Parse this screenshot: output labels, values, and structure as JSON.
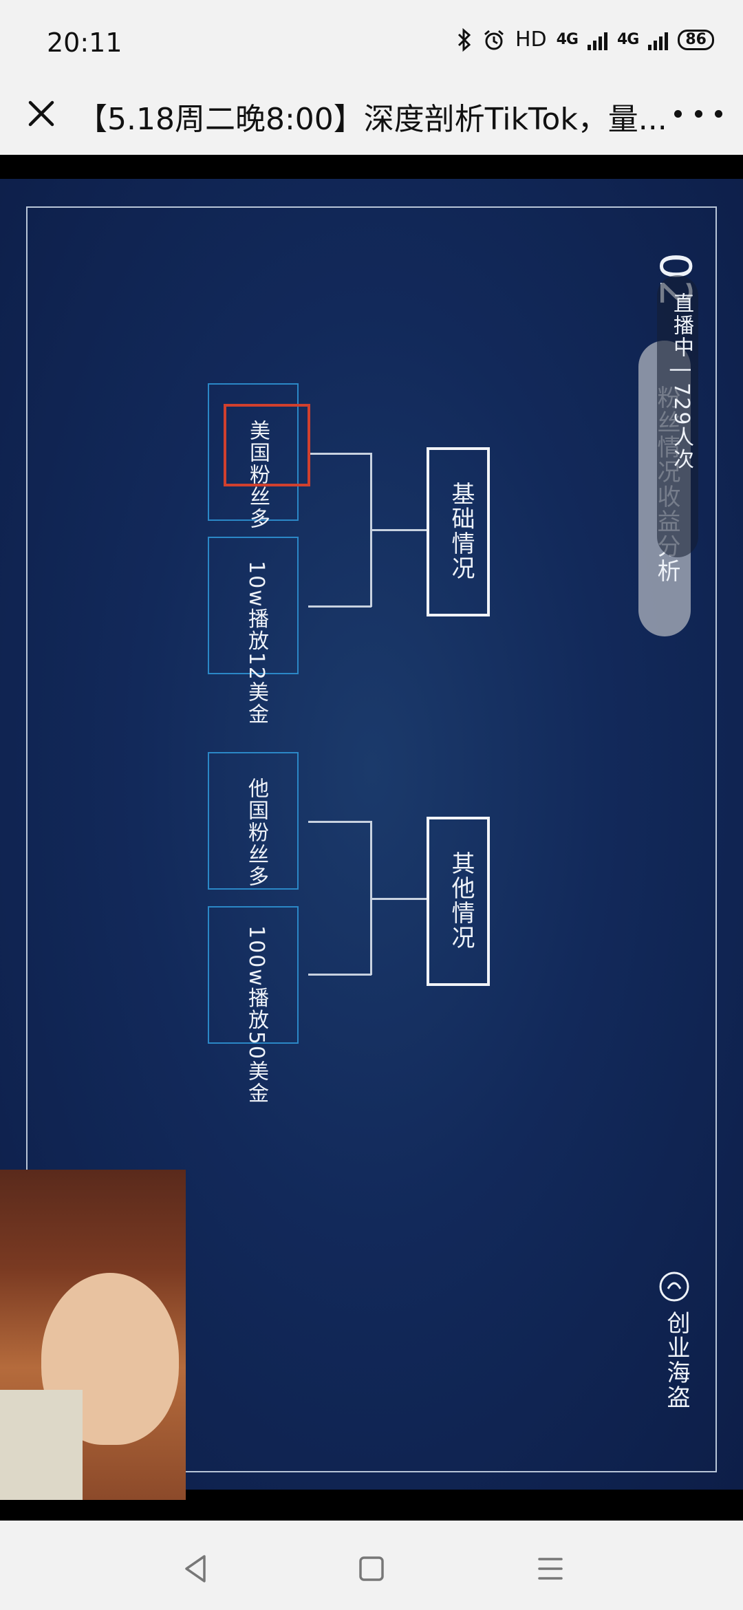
{
  "status_bar": {
    "time": "20:11",
    "hd": "HD",
    "net1": "4G",
    "net2": "4G",
    "battery": "86"
  },
  "header": {
    "title": "【5.18周二晚8:00】深度剖析TikTok，量..."
  },
  "slide": {
    "section_number": "02",
    "section_title": "粉丝情况收益分析",
    "live_status": "直播中 | 729人次",
    "groups": [
      {
        "label": "基础情况",
        "items": [
          "美国粉丝多",
          "10w播放12美金"
        ]
      },
      {
        "label": "其他情况",
        "items": [
          "他国粉丝多",
          "100w播放50美金"
        ]
      }
    ],
    "highlighted_item": "美国粉丝多",
    "brand": "创业海盗"
  },
  "colors": {
    "slide_bg": "#12295a",
    "node_border": "#2b88c7",
    "highlight": "#d0402e"
  },
  "icons": [
    "close-icon",
    "more-icon",
    "bluetooth-icon",
    "alarm-icon",
    "signal-icon",
    "battery-icon",
    "brand-logo-icon",
    "back-nav-icon",
    "home-nav-icon",
    "menu-nav-icon"
  ]
}
